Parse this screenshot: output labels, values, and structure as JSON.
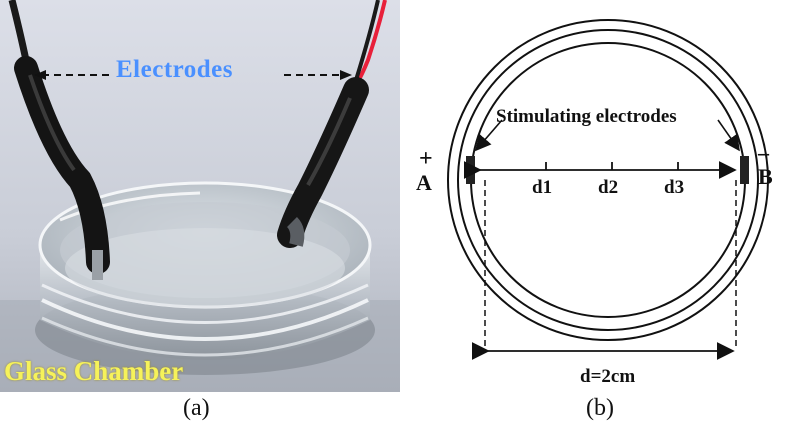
{
  "panel_a": {
    "electrodes_label": "Electrodes",
    "chamber_label": "Glass Chamber",
    "caption": "(a)"
  },
  "panel_b": {
    "stimulating_label": "Stimulating electrodes",
    "electrode_a": {
      "sign": "+",
      "letter": "A"
    },
    "electrode_b": {
      "sign": "–",
      "letter": "B"
    },
    "distances": [
      "d1",
      "d2",
      "d3"
    ],
    "diameter_label": "d=2cm",
    "caption": "(b)"
  },
  "colors": {
    "electrodes_text": "#4a90ff",
    "chamber_text": "#f6f25a",
    "wire_red": "#e8203a",
    "wire_black": "#1a1a1a"
  }
}
